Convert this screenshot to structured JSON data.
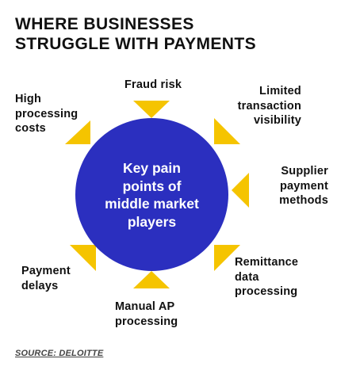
{
  "title": "WHERE BUSINESSES\nSTRUGGLE WITH PAYMENTS",
  "center": {
    "text": "Key pain\npoints of\nmiddle market\nplayers"
  },
  "pain_points": [
    "Fraud risk",
    "Limited\ntransaction\nvisibility",
    "Supplier\npayment\nmethods",
    "Remittance\ndata\nprocessing",
    "Manual AP\nprocessing",
    "Payment\ndelays",
    "High\nprocessing\ncosts"
  ],
  "source": "SOURCE: DELOITTE",
  "colors": {
    "circle": "#2b2fbf",
    "arrow": "#f5c400",
    "text": "#111111"
  }
}
